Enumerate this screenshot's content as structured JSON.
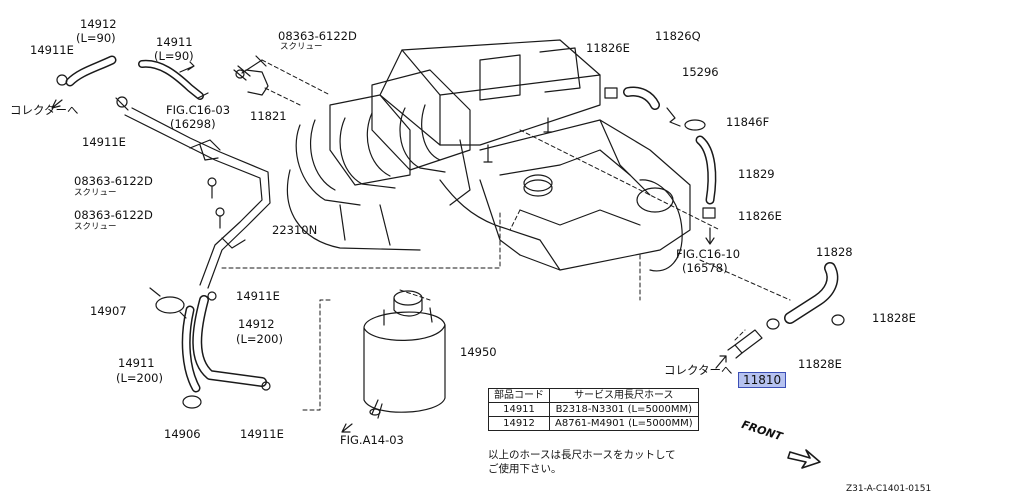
{
  "labels": {
    "p14911e_tl": "14911E",
    "p14912_top": "14912",
    "p14912_top_len": "(L=90)",
    "collector_left": "コレクターへ",
    "p14911_top": "14911",
    "p14911_top_len": "(L=90)",
    "fig_c1603": "FIG.C16-03",
    "fig_c1603_num": "(16298)",
    "p14911e_mid": "14911E",
    "screw1": "08363-6122D",
    "screw1_sub": "スクリュー",
    "p11821": "11821",
    "screw2": "08363-6122D",
    "screw2_sub": "スクリュー",
    "screw3": "08363-6122D",
    "screw3_sub": "スクリュー",
    "p22310n": "22310N",
    "p14911e_low": "14911E",
    "p14907": "14907",
    "p14912_low": "14912",
    "p14912_low_len": "(L=200)",
    "p14911_low": "14911",
    "p14911_low_len": "(L=200)",
    "p14950": "14950",
    "p14906": "14906",
    "p14911e_bottom": "14911E",
    "fig_a1403": "FIG.A14-03",
    "p11826e_top": "11826E",
    "p11826q": "11826Q",
    "p15296": "15296",
    "p11846f": "11846F",
    "p11829": "11829",
    "p11826e_mid": "11826E",
    "fig_c1610": "FIG.C16-10",
    "fig_c1610_num": "(16578)",
    "p11828": "11828",
    "p11828e_right": "11828E",
    "p11828e_low": "11828E",
    "collector_right": "コレクターへ",
    "p11810": "11810",
    "front": "FRONT",
    "footer_code": "Z31-A-C1401-0151"
  },
  "parts_table": {
    "headers": [
      "部品コード",
      "サービス用長尺ホース"
    ],
    "rows": [
      [
        "14911",
        "B2318-N3301 (L=5000MM)"
      ],
      [
        "14912",
        "A8761-M4901 (L=5000MM)"
      ]
    ]
  },
  "note": {
    "line1": "以上のホースは長尺ホースをカットして",
    "line2": "ご使用下さい。"
  },
  "colors": {
    "line": "#1a1a1a",
    "highlight_fill": "#b6c2f0",
    "highlight_border": "#3b4fb6"
  }
}
